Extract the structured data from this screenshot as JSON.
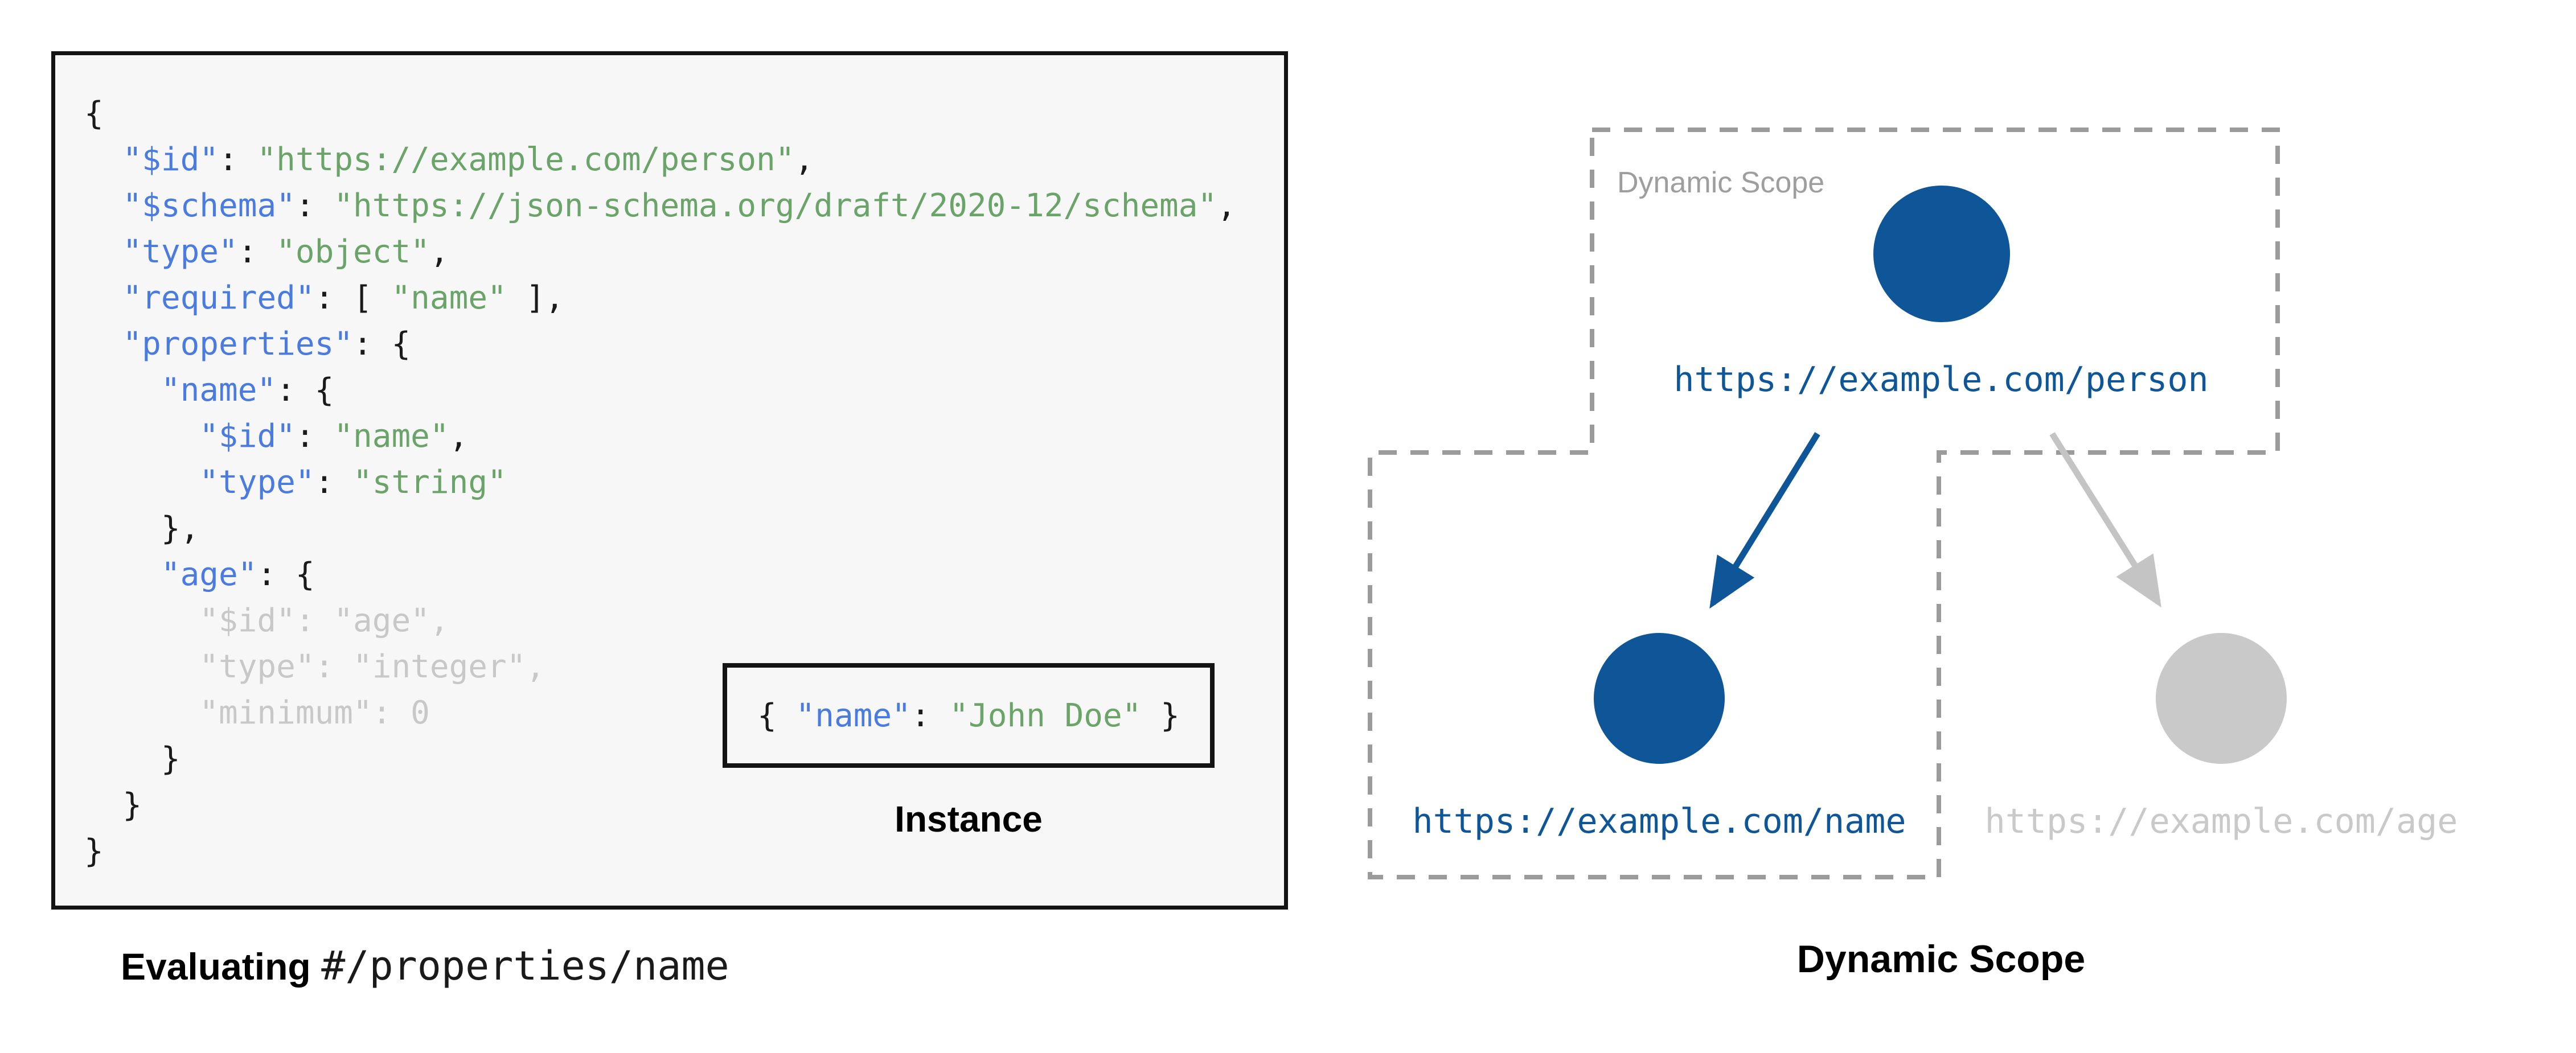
{
  "colors": {
    "panel_background": "#f7f7f8",
    "panel_border": "#141414",
    "key_blue": "#4a7be0",
    "string_green": "#6aa468",
    "muted_gray": "#c8c8c8",
    "scope_border_gray": "#9b9b9b",
    "node_blue": "#0f5699",
    "node_gray": "#c9c9c9"
  },
  "schema_panel": {
    "code_lines": [
      [
        {
          "c": "p",
          "t": "{"
        }
      ],
      [
        {
          "c": "p",
          "t": "  "
        },
        {
          "c": "k",
          "t": "\"$id\""
        },
        {
          "c": "p",
          "t": ": "
        },
        {
          "c": "s",
          "t": "\"https://example.com/person\""
        },
        {
          "c": "p",
          "t": ","
        }
      ],
      [
        {
          "c": "p",
          "t": "  "
        },
        {
          "c": "k",
          "t": "\"$schema\""
        },
        {
          "c": "p",
          "t": ": "
        },
        {
          "c": "s",
          "t": "\"https://json-schema.org/draft/2020-12/schema\""
        },
        {
          "c": "p",
          "t": ","
        }
      ],
      [
        {
          "c": "p",
          "t": "  "
        },
        {
          "c": "k",
          "t": "\"type\""
        },
        {
          "c": "p",
          "t": ": "
        },
        {
          "c": "s",
          "t": "\"object\""
        },
        {
          "c": "p",
          "t": ","
        }
      ],
      [
        {
          "c": "p",
          "t": "  "
        },
        {
          "c": "k",
          "t": "\"required\""
        },
        {
          "c": "p",
          "t": ": [ "
        },
        {
          "c": "s",
          "t": "\"name\""
        },
        {
          "c": "p",
          "t": " ],"
        }
      ],
      [
        {
          "c": "p",
          "t": "  "
        },
        {
          "c": "k",
          "t": "\"properties\""
        },
        {
          "c": "p",
          "t": ": {"
        }
      ],
      [
        {
          "c": "p",
          "t": "    "
        },
        {
          "c": "k",
          "t": "\"name\""
        },
        {
          "c": "p",
          "t": ": {"
        }
      ],
      [
        {
          "c": "p",
          "t": "      "
        },
        {
          "c": "k",
          "t": "\"$id\""
        },
        {
          "c": "p",
          "t": ": "
        },
        {
          "c": "s",
          "t": "\"name\""
        },
        {
          "c": "p",
          "t": ","
        }
      ],
      [
        {
          "c": "p",
          "t": "      "
        },
        {
          "c": "k",
          "t": "\"type\""
        },
        {
          "c": "p",
          "t": ": "
        },
        {
          "c": "s",
          "t": "\"string\""
        }
      ],
      [
        {
          "c": "p",
          "t": "    },"
        }
      ],
      [
        {
          "c": "p",
          "t": "    "
        },
        {
          "c": "k",
          "t": "\"age\""
        },
        {
          "c": "p",
          "t": ": {"
        }
      ],
      [
        {
          "c": "m",
          "t": "      \"$id\": \"age\","
        }
      ],
      [
        {
          "c": "m",
          "t": "      \"type\": \"integer\","
        }
      ],
      [
        {
          "c": "m",
          "t": "      \"minimum\": 0"
        }
      ],
      [
        {
          "c": "p",
          "t": "    }"
        }
      ],
      [
        {
          "c": "p",
          "t": "  }"
        }
      ],
      [
        {
          "c": "p",
          "t": "}"
        }
      ]
    ],
    "instance": {
      "tokens": [
        {
          "c": "p",
          "t": "{ "
        },
        {
          "c": "k",
          "t": "\"name\""
        },
        {
          "c": "p",
          "t": ": "
        },
        {
          "c": "s",
          "t": "\"John Doe\""
        },
        {
          "c": "p",
          "t": " }"
        }
      ],
      "label": "Instance"
    },
    "caption_bold": "Evaluating",
    "caption_mono": "#/properties/name"
  },
  "scope_panel": {
    "scope_label": "Dynamic Scope",
    "nodes": [
      {
        "id": "person",
        "label": "https://example.com/person",
        "state": "active"
      },
      {
        "id": "name",
        "label": "https://example.com/name",
        "state": "active"
      },
      {
        "id": "age",
        "label": "https://example.com/age",
        "state": "inactive"
      }
    ],
    "caption": "Dynamic Scope"
  }
}
